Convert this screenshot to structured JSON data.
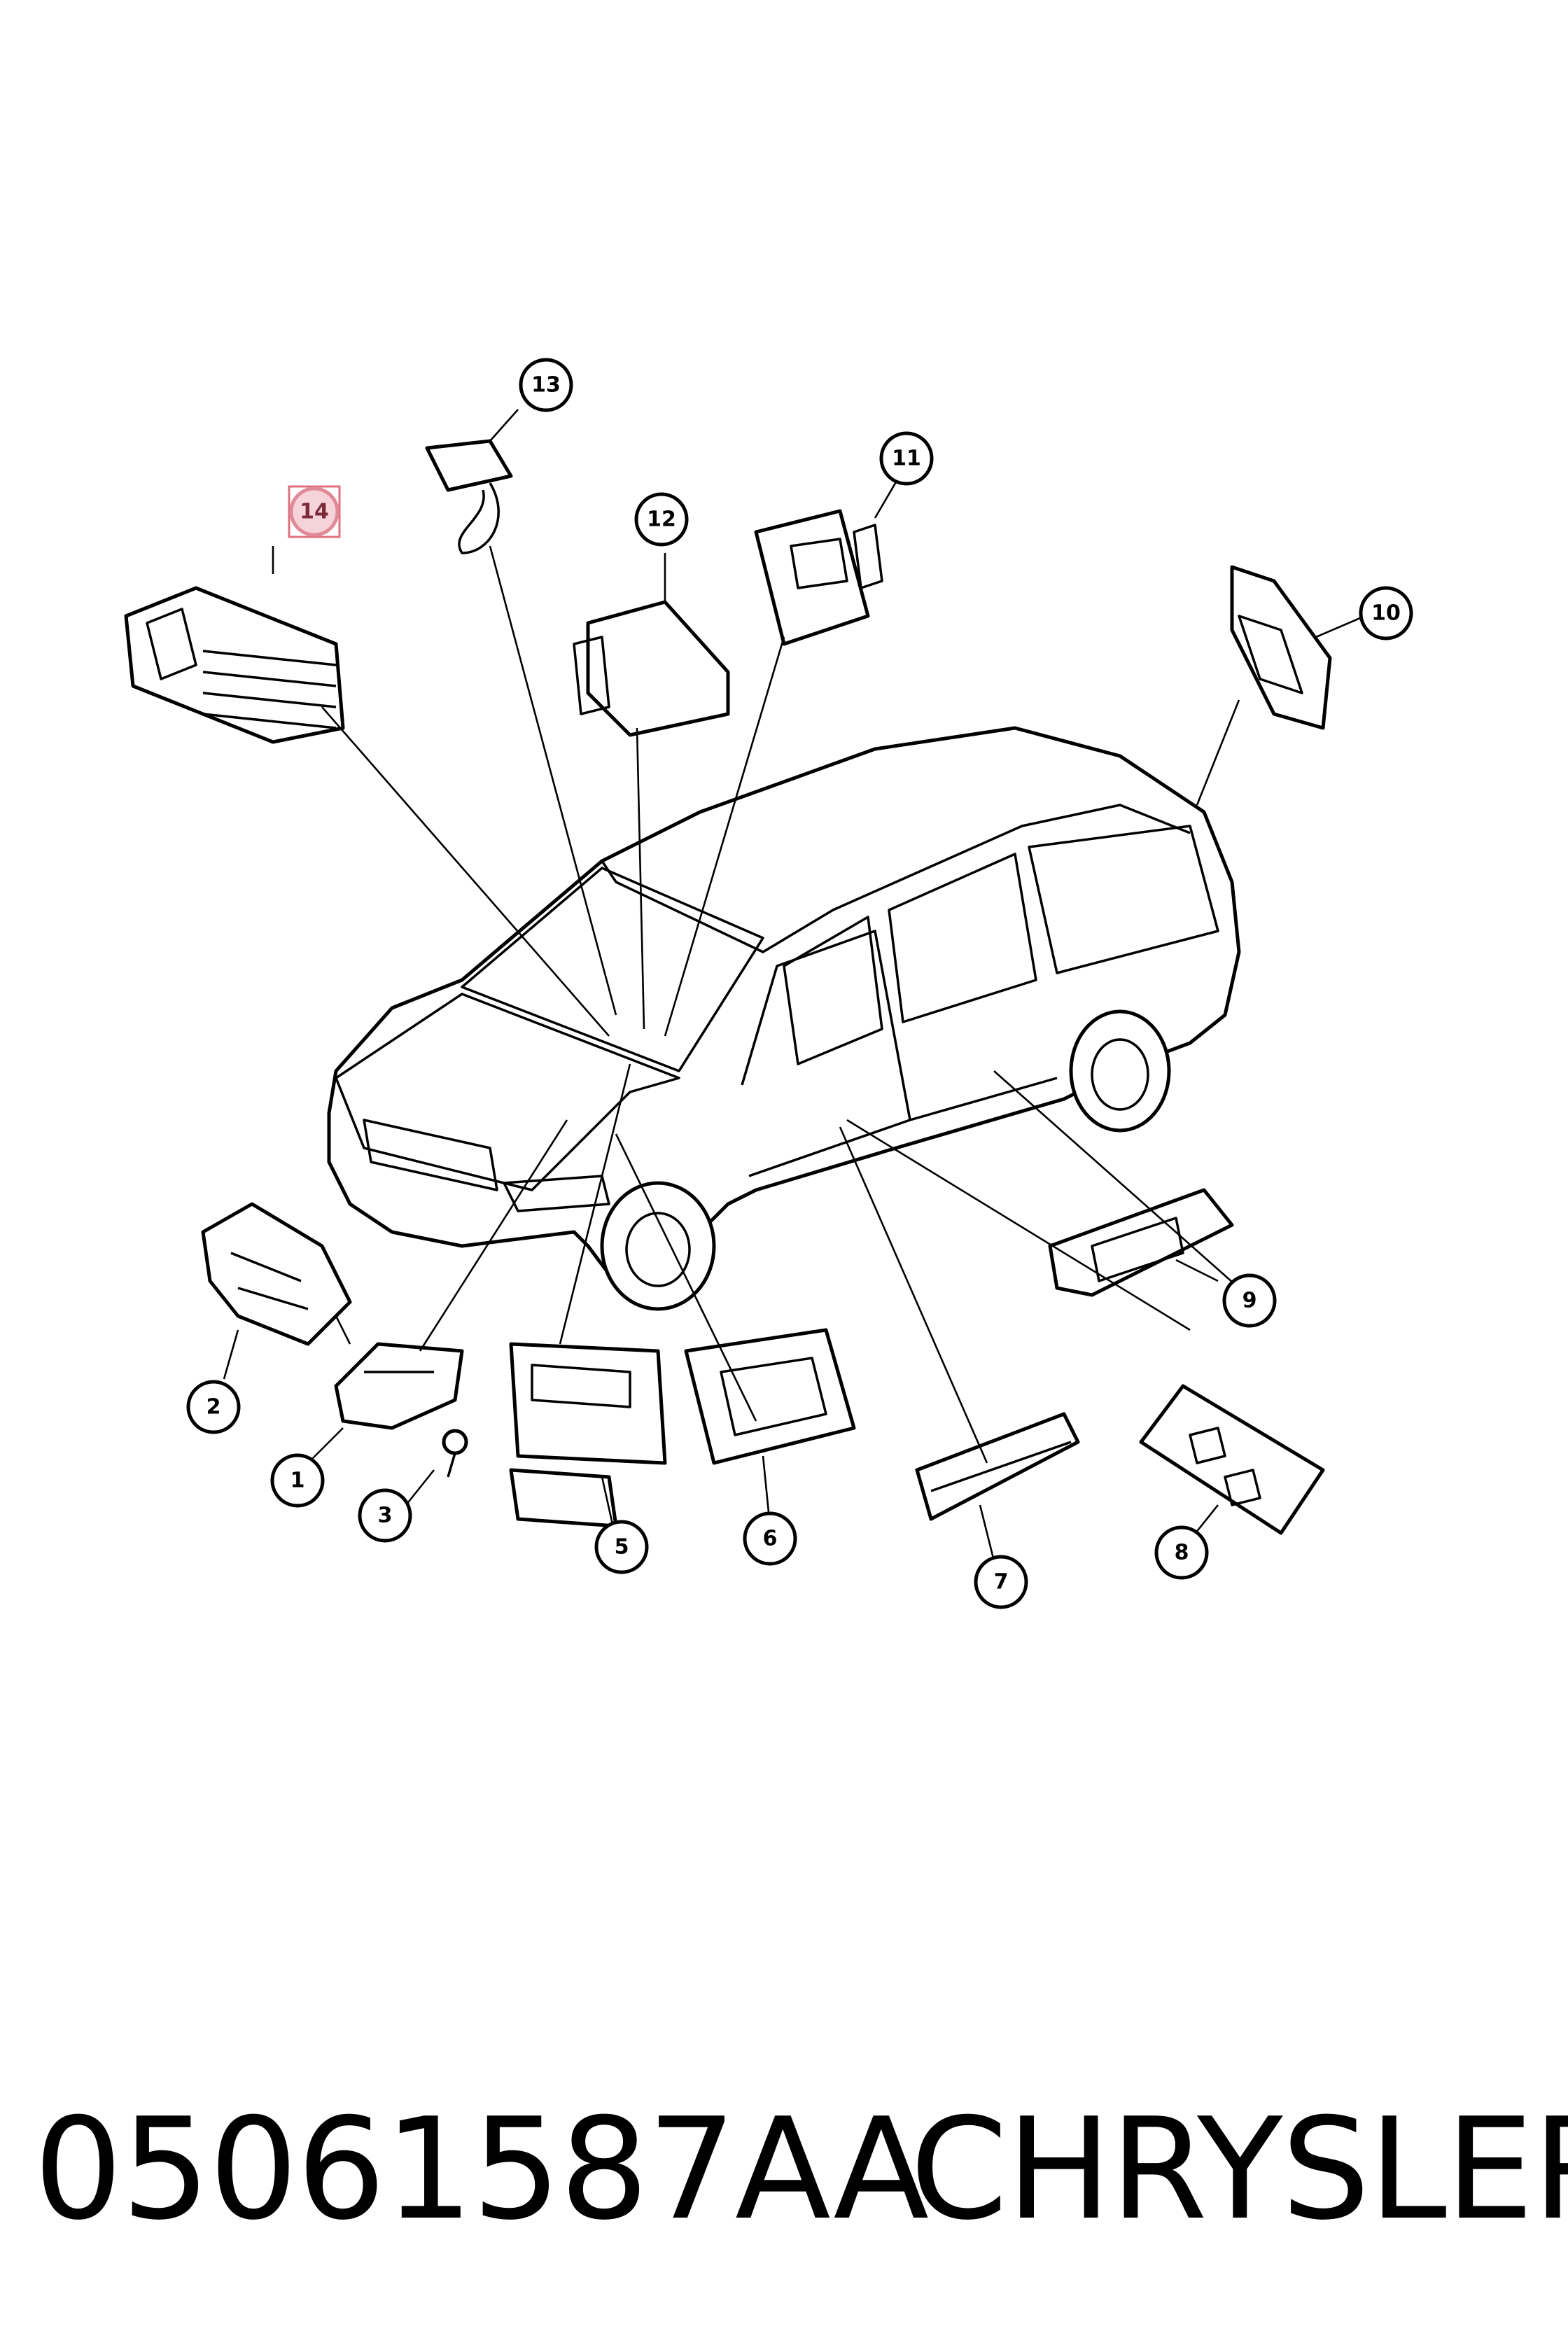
{
  "diagram": {
    "callouts": [
      {
        "id": "1",
        "label": "1"
      },
      {
        "id": "2",
        "label": "2"
      },
      {
        "id": "3",
        "label": "3"
      },
      {
        "id": "5",
        "label": "5"
      },
      {
        "id": "6",
        "label": "6"
      },
      {
        "id": "7",
        "label": "7"
      },
      {
        "id": "8",
        "label": "8"
      },
      {
        "id": "9",
        "label": "9"
      },
      {
        "id": "10",
        "label": "10"
      },
      {
        "id": "11",
        "label": "11"
      },
      {
        "id": "12",
        "label": "12"
      },
      {
        "id": "13",
        "label": "13"
      },
      {
        "id": "14",
        "label": "14",
        "highlighted": true
      }
    ],
    "highlight_color": "#e0707f"
  },
  "footer": {
    "part_number": "05061587AA",
    "brand": "CHRYSLER"
  }
}
